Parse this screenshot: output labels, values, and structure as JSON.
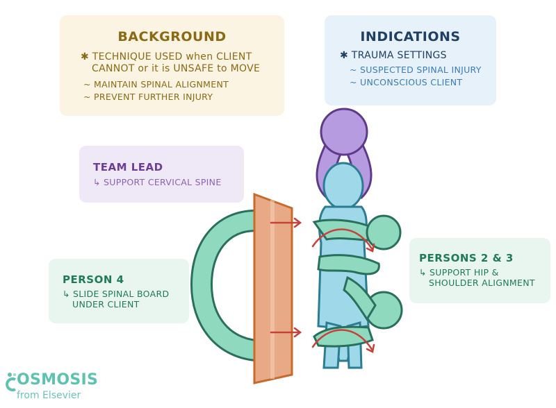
{
  "background": {
    "title": "BACKGROUND",
    "main_bullet_line1": "✱ TECHNIQUE USED when CLIENT",
    "main_bullet_line2": "CANNOT or it is UNSAFE to MOVE",
    "sub_items": [
      "~ MAINTAIN SPINAL ALIGNMENT",
      "~ PREVENT FURTHER INJURY"
    ]
  },
  "indications": {
    "title": "INDICATIONS",
    "main_bullet": "✱ TRAUMA SETTINGS",
    "sub_items": [
      "~ SUSPECTED SPINAL INJURY",
      "~ UNCONSCIOUS CLIENT"
    ]
  },
  "team_lead": {
    "title": "TEAM LEAD",
    "item": "↳ SUPPORT CERVICAL SPINE"
  },
  "person_4": {
    "title": "PERSON 4",
    "item_line1": "↳ SLIDE SPINAL BOARD",
    "item_line2": "UNDER CLIENT"
  },
  "persons_2_3": {
    "title": "PERSONS 2 & 3",
    "item_line1": "↳ SUPPORT HIP &",
    "item_line2": "SHOULDER ALIGNMENT"
  },
  "logo": {
    "name": "OSMOSIS",
    "subtitle": "from Elsevier"
  },
  "colors": {
    "background_text": "#8a6a14",
    "indications_text": "#1f3f63",
    "team_lead_purple": "#8e6ec2",
    "rescuer_green": "#8fd9bf",
    "client_blue": "#9fd8e8",
    "board_orange": "#e8aa86",
    "arrow_red": "#c7403a"
  }
}
